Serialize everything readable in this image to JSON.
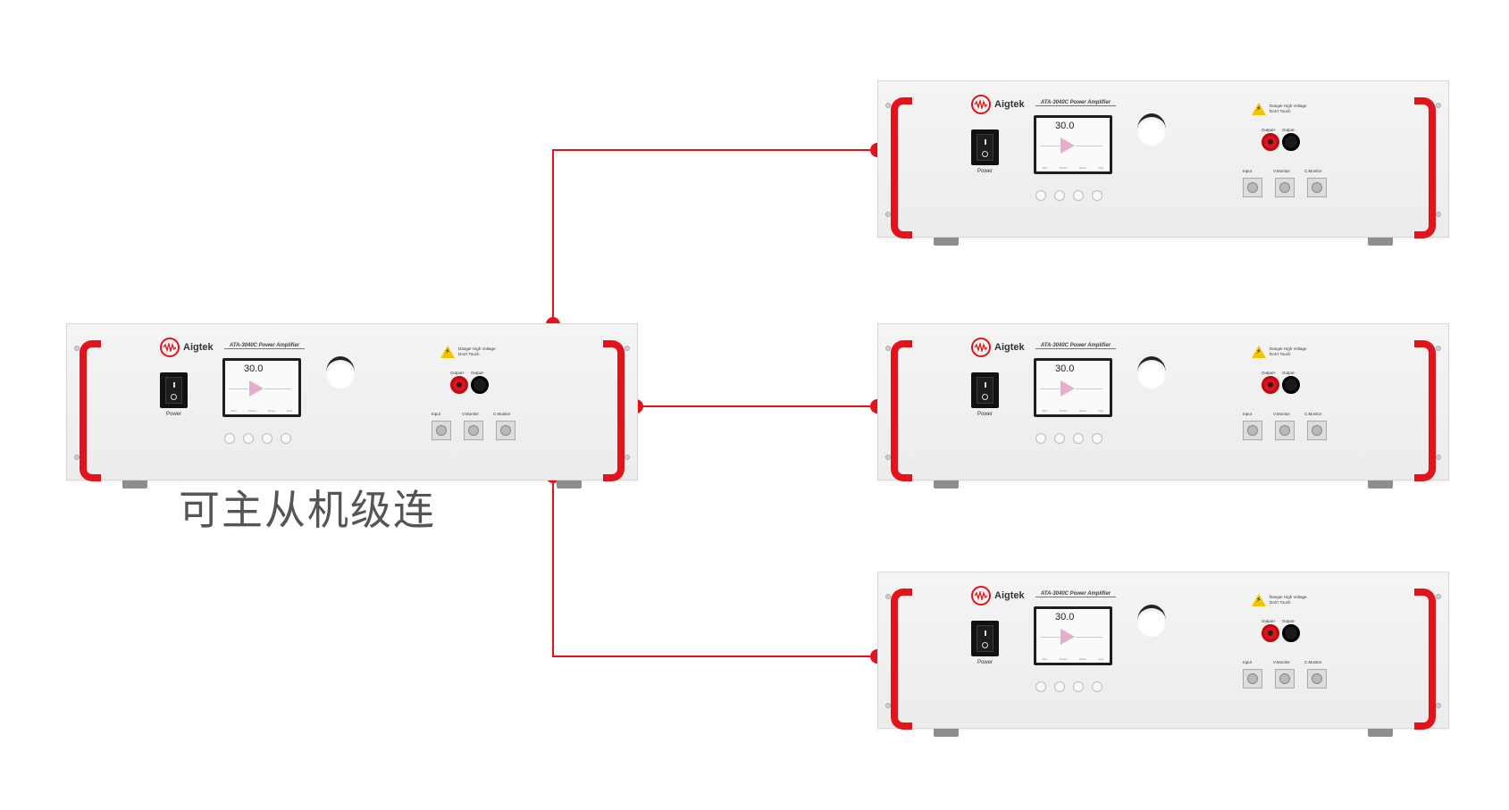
{
  "caption": "可主从机级连",
  "accent_color": "#e3131b",
  "device": {
    "brand": "Aigtek",
    "model": "ATA-3040C Power Amplifier",
    "power_label": "Power",
    "display_value": "30.0",
    "display_tabs": [
      "Man",
      "Preset",
      "Reset",
      "Help"
    ],
    "warning_line1": "Danger High Voltage",
    "warning_line2": "Don't Touch",
    "output_plus_label": "Output+",
    "output_minus_label": "Output-",
    "input_label": "Input",
    "vmonitor_label": "V.Monitor",
    "cmonitor_label": "C.Monitor"
  },
  "icons": {
    "power_switch": "rocker-switch-icon",
    "warning": "high-voltage-warning-icon",
    "logo": "aigtek-logo-icon"
  }
}
